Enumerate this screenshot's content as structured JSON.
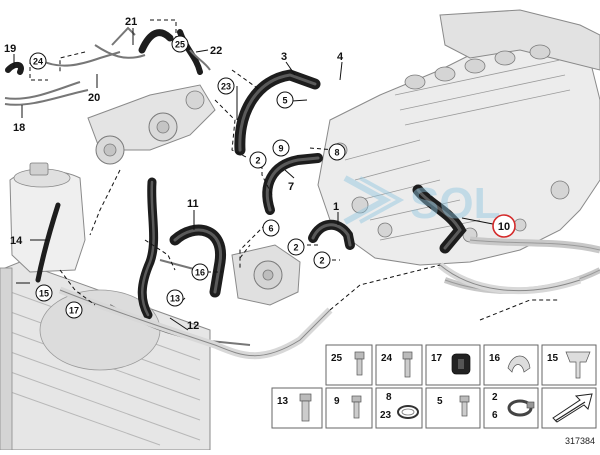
{
  "diagram": {
    "image_number": "317384",
    "watermark": "SOL",
    "highlight_color": "#d42a2a",
    "callouts_plain": [
      {
        "id": "c19",
        "label": "19"
      },
      {
        "id": "c21",
        "label": "21"
      },
      {
        "id": "c22",
        "label": "22"
      },
      {
        "id": "c20",
        "label": "20"
      },
      {
        "id": "c18",
        "label": "18"
      },
      {
        "id": "c3",
        "label": "3"
      },
      {
        "id": "c4",
        "label": "4"
      },
      {
        "id": "c7",
        "label": "7"
      },
      {
        "id": "c1",
        "label": "1"
      },
      {
        "id": "c11",
        "label": "11"
      },
      {
        "id": "c14",
        "label": "14"
      },
      {
        "id": "c12",
        "label": "12"
      }
    ],
    "callouts_circled": [
      {
        "id": "cc24",
        "label": "24"
      },
      {
        "id": "cc25",
        "label": "25"
      },
      {
        "id": "cc23",
        "label": "23"
      },
      {
        "id": "cc5",
        "label": "5"
      },
      {
        "id": "cc9",
        "label": "9"
      },
      {
        "id": "cc8",
        "label": "8"
      },
      {
        "id": "cc2a",
        "label": "2"
      },
      {
        "id": "cc6",
        "label": "6"
      },
      {
        "id": "cc2b",
        "label": "2"
      },
      {
        "id": "cc2c",
        "label": "2"
      },
      {
        "id": "cc16",
        "label": "16"
      },
      {
        "id": "cc15",
        "label": "15"
      },
      {
        "id": "cc17",
        "label": "17"
      },
      {
        "id": "cc13",
        "label": "13"
      },
      {
        "id": "cc10",
        "label": "10"
      }
    ],
    "parts_table": [
      {
        "id": "t25",
        "label": "25"
      },
      {
        "id": "t24",
        "label": "24"
      },
      {
        "id": "t17",
        "label": "17"
      },
      {
        "id": "t16",
        "label": "16"
      },
      {
        "id": "t15",
        "label": "15"
      },
      {
        "id": "t13",
        "label": "13"
      },
      {
        "id": "t9",
        "label": "9"
      },
      {
        "id": "t8",
        "label": "8"
      },
      {
        "id": "t23",
        "label": "23"
      },
      {
        "id": "t5",
        "label": "5"
      },
      {
        "id": "t2",
        "label": "2"
      },
      {
        "id": "t6",
        "label": "6"
      }
    ]
  }
}
